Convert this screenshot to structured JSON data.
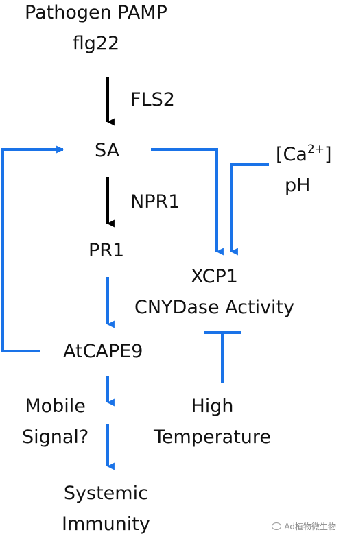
{
  "diagram": {
    "nodes": {
      "pathogen": {
        "line1": "Pathogen PAMP",
        "line2": "flg22"
      },
      "sa": "SA",
      "pr1": "PR1",
      "atcape9": "AtCAPE9",
      "mobile": {
        "line1": "Mobile",
        "line2": "Signal?"
      },
      "systemic": {
        "line1": "Systemic",
        "line2": "Immunity"
      },
      "xcp1": {
        "line1": "XCP1",
        "line2": "CNYDase Activity"
      },
      "ca_ph": {
        "ca_base": "[Ca",
        "ca_sup": "2+",
        "ca_close": "]",
        "ph": "pH"
      },
      "high_temp": {
        "line1": "High",
        "line2": "Temperature"
      }
    },
    "edge_labels": {
      "fls2": "FLS2",
      "npr1": "NPR1"
    },
    "colors": {
      "blue_arrow": "#1a73e8",
      "black_arrow": "#000000",
      "text": "#111111"
    }
  },
  "watermark": {
    "text": "Ad植物微生物"
  }
}
